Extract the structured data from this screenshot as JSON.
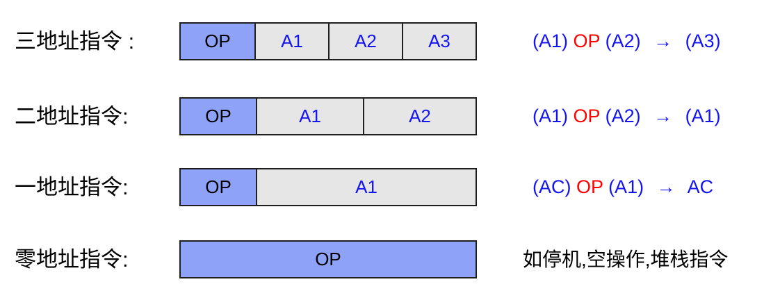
{
  "palette": {
    "box_blue": "#8EA3F7",
    "box_gray": "#E6E6E6",
    "border_black": "#1F1F1F",
    "text_black": "#000000",
    "text_blue": "#1414F0",
    "text_red": "#FF0000"
  },
  "rows": [
    {
      "label": "三地址指令 :",
      "cells": [
        {
          "text": "OP"
        },
        {
          "text": "A1"
        },
        {
          "text": "A2"
        },
        {
          "text": "A3"
        }
      ],
      "formula": {
        "segments": [
          {
            "text": "(A1)"
          },
          {
            "text": "OP"
          },
          {
            "text": "(A2)"
          },
          {
            "text": "→"
          },
          {
            "text": "(A3)"
          }
        ]
      }
    },
    {
      "label": "二地址指令:",
      "cells": [
        {
          "text": "OP"
        },
        {
          "text": "A1"
        },
        {
          "text": "A2"
        }
      ],
      "formula": {
        "segments": [
          {
            "text": "(A1)"
          },
          {
            "text": "OP"
          },
          {
            "text": "(A2)"
          },
          {
            "text": "→"
          },
          {
            "text": "(A1)"
          }
        ]
      }
    },
    {
      "label": "一地址指令:",
      "cells": [
        {
          "text": "OP"
        },
        {
          "text": "A1"
        }
      ],
      "formula": {
        "segments": [
          {
            "text": "(AC)"
          },
          {
            "text": "OP"
          },
          {
            "text": "(A1)"
          },
          {
            "text": "→"
          },
          {
            "text": "AC"
          }
        ]
      }
    },
    {
      "label": "零地址指令:",
      "cells": [
        {
          "text": "OP"
        }
      ],
      "note": "如停机,空操作,堆栈指令"
    }
  ]
}
